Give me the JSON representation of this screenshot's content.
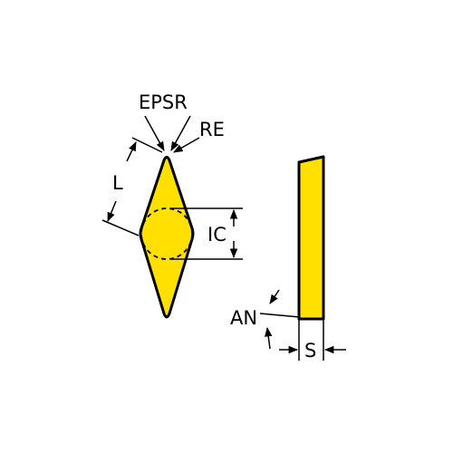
{
  "diagram": {
    "labels": {
      "epsr": "EPSR",
      "re": "RE",
      "l": "L",
      "ic": "IC",
      "an": "AN",
      "s": "S"
    },
    "colors": {
      "insert_fill": "#FFE000",
      "outline": "#000000",
      "background": "#FFFFFF"
    }
  }
}
